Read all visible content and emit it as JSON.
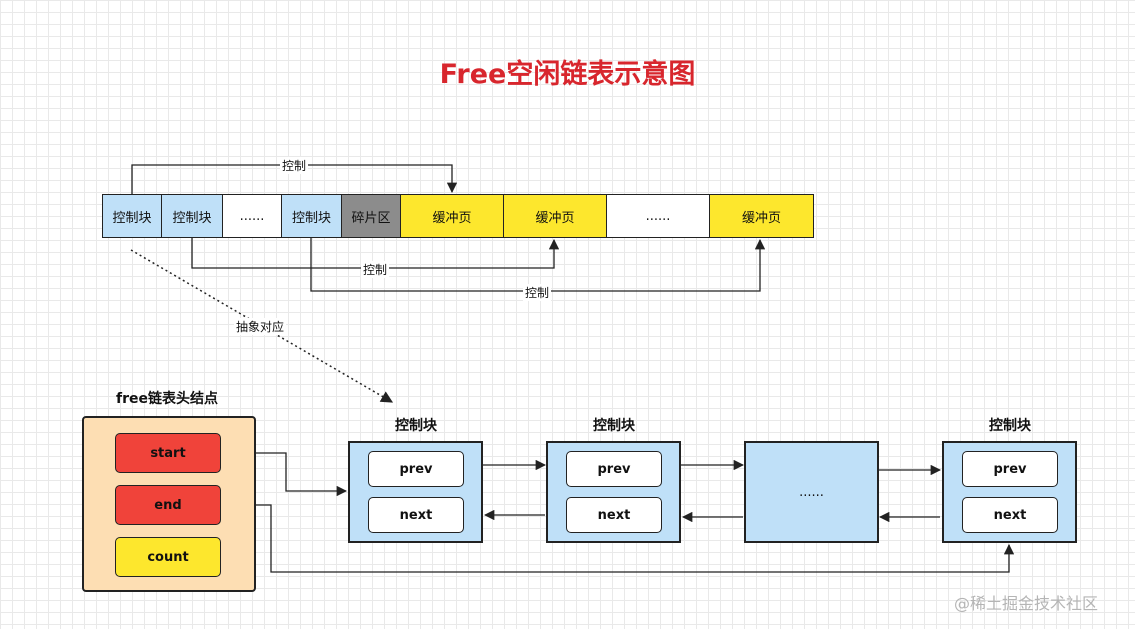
{
  "title": "Free空闲链表示意图",
  "memory_strip": {
    "cells": [
      {
        "text": "控制块",
        "kind": "blue"
      },
      {
        "text": "控制块",
        "kind": "blue"
      },
      {
        "text": "......",
        "kind": "white"
      },
      {
        "text": "控制块",
        "kind": "blue"
      },
      {
        "text": "碎片区",
        "kind": "gray"
      },
      {
        "text": "缓冲页",
        "kind": "yellow"
      },
      {
        "text": "缓冲页",
        "kind": "yellow"
      },
      {
        "text": "......",
        "kind": "white"
      },
      {
        "text": "缓冲页",
        "kind": "yellow"
      }
    ],
    "arrow_labels": [
      "控制",
      "控制",
      "控制"
    ]
  },
  "mapping_label": "抽象对应",
  "header_node": {
    "title": "free链表头结点",
    "fields": {
      "start": "start",
      "end": "end",
      "count": "count"
    }
  },
  "nodes": [
    {
      "title": "控制块",
      "prev": "prev",
      "next": "next"
    },
    {
      "title": "控制块",
      "prev": "prev",
      "next": "next"
    },
    {
      "placeholder": "......"
    },
    {
      "title": "控制块",
      "prev": "prev",
      "next": "next"
    }
  ],
  "watermark": "@稀土掘金技术社区",
  "colors": {
    "title": "#d8262d",
    "control_block": "#bfe0f8",
    "fragment": "#8c8c8c",
    "buffer_page": "#fde72d",
    "header_bg": "#fddeb3",
    "start_end": "#f0433a",
    "count": "#fde72d"
  }
}
